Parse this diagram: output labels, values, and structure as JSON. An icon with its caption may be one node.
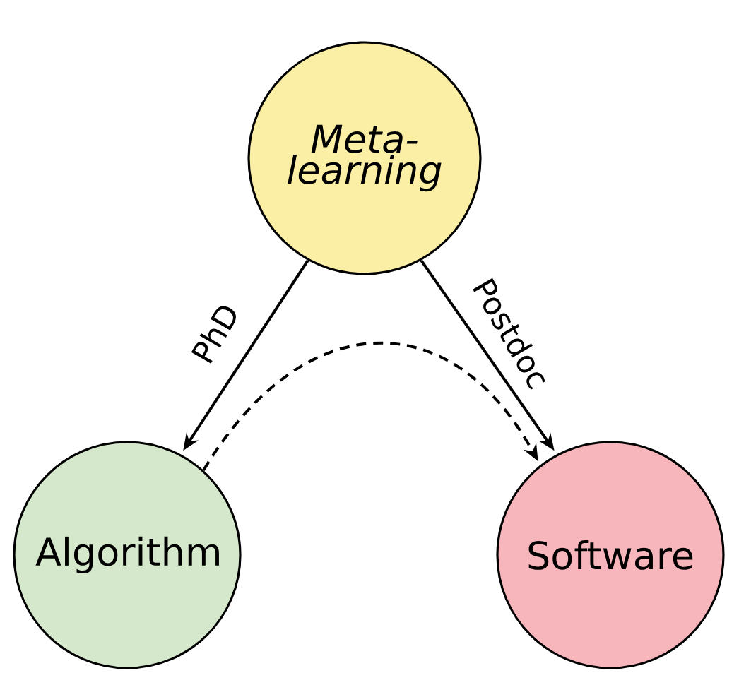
{
  "diagram": {
    "nodes": [
      {
        "text": [
          "Meta-learning"
        ]
      },
      {
        "text": [
          "Algorithm"
        ]
      },
      {
        "text": [
          "Software"
        ]
      }
    ],
    "edges": [
      {
        "from": 0,
        "to": 1,
        "arrow": "to",
        "label": "PhD"
      },
      {
        "from": 0,
        "to": 2,
        "arrow": "to",
        "label": "Postdoc"
      },
      {
        "from": 1,
        "to": 2,
        "arrow": "to",
        "style": "dashed"
      }
    ]
  }
}
